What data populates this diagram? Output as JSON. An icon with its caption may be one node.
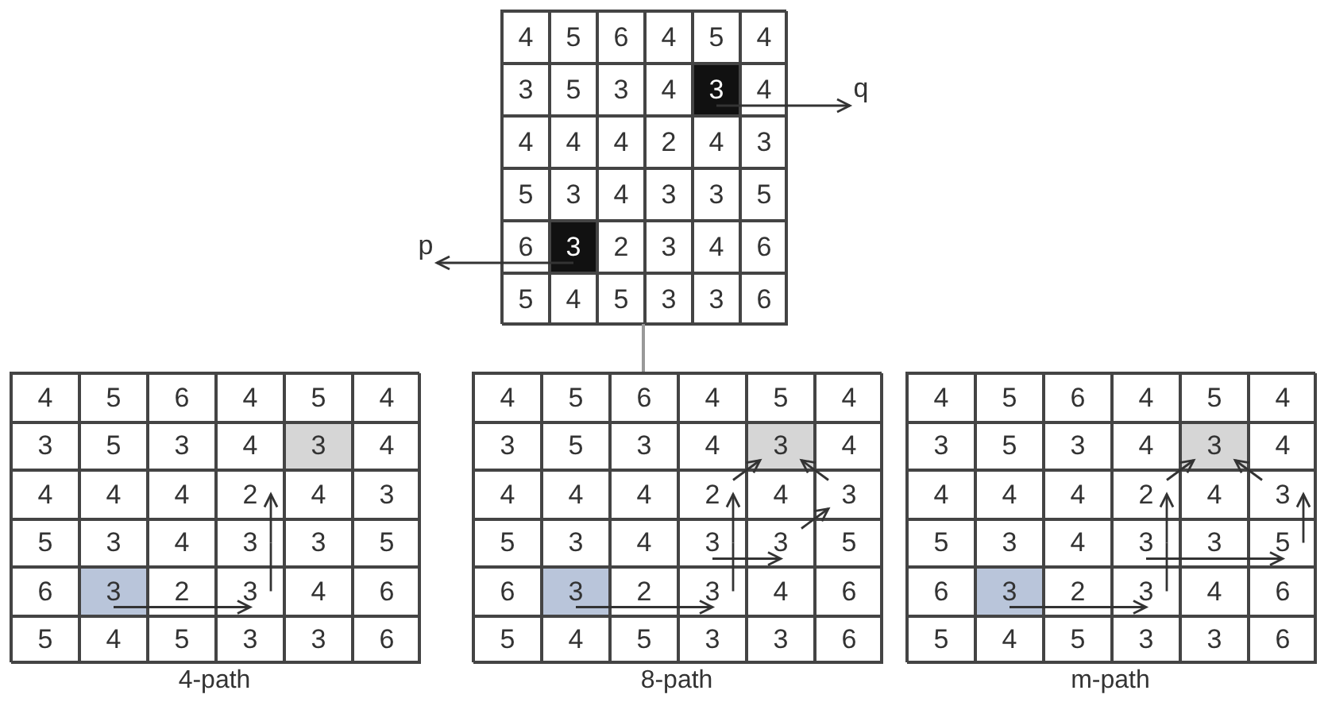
{
  "diagram": {
    "nodes": [
      {
        "text": [],
        "shape": "box"
      },
      {
        "text": [
          "4"
        ],
        "in": 0
      },
      {
        "text": [
          "5"
        ],
        "in": 0
      },
      {
        "text": [
          "6"
        ],
        "in": 0
      },
      {
        "text": [
          "4"
        ],
        "in": 0
      },
      {
        "text": [
          "5"
        ],
        "in": 0
      },
      {
        "text": [
          "4"
        ],
        "in": 0
      },
      {
        "text": [
          "3"
        ],
        "in": 0
      },
      {
        "text": [
          "5"
        ],
        "in": 0
      },
      {
        "text": [
          "3"
        ],
        "in": 0
      },
      {
        "text": [
          "4"
        ],
        "in": 0
      },
      {
        "text": [
          "3"
        ],
        "in": 0
      },
      {
        "text": [
          "4"
        ],
        "in": 0
      },
      {
        "text": [
          "4"
        ],
        "in": 0
      },
      {
        "text": [
          "4"
        ],
        "in": 0
      },
      {
        "text": [
          "4"
        ],
        "in": 0
      },
      {
        "text": [
          "2"
        ],
        "in": 0
      },
      {
        "text": [
          "4"
        ],
        "in": 0
      },
      {
        "text": [
          "3"
        ],
        "in": 0
      },
      {
        "text": [
          "5"
        ],
        "in": 0
      },
      {
        "text": [
          "3"
        ],
        "in": 0
      },
      {
        "text": [
          "4"
        ],
        "in": 0
      },
      {
        "text": [
          "3"
        ],
        "in": 0
      },
      {
        "text": [
          "3"
        ],
        "in": 0
      },
      {
        "text": [
          "5"
        ],
        "in": 0
      },
      {
        "text": [
          "6"
        ],
        "in": 0
      },
      {
        "text": [
          "3"
        ],
        "in": 0
      },
      {
        "text": [
          "2"
        ],
        "in": 0
      },
      {
        "text": [
          "3"
        ],
        "in": 0
      },
      {
        "text": [
          "4"
        ],
        "in": 0
      },
      {
        "text": [
          "6"
        ],
        "in": 0
      },
      {
        "text": [
          "5"
        ],
        "in": 0
      },
      {
        "text": [
          "4"
        ],
        "in": 0
      },
      {
        "text": [
          "5"
        ],
        "in": 0
      },
      {
        "text": [
          "3"
        ],
        "in": 0
      },
      {
        "text": [
          "3"
        ],
        "in": 0
      },
      {
        "text": [
          "6"
        ],
        "in": 0
      },
      {
        "text": [
          "q"
        ]
      },
      {
        "text": [
          "p"
        ]
      },
      {
        "text": [],
        "shape": "box",
        "beside": [
          "4-path"
        ]
      },
      {
        "text": [
          "4"
        ],
        "in": 39
      },
      {
        "text": [
          "5"
        ],
        "in": 39
      },
      {
        "text": [
          "6"
        ],
        "in": 39
      },
      {
        "text": [
          "4"
        ],
        "in": 39
      },
      {
        "text": [
          "5"
        ],
        "in": 39
      },
      {
        "text": [
          "4"
        ],
        "in": 39
      },
      {
        "text": [
          "3"
        ],
        "in": 39
      },
      {
        "text": [
          "5"
        ],
        "in": 39
      },
      {
        "text": [
          "3"
        ],
        "in": 39
      },
      {
        "text": [
          "4"
        ],
        "in": 39
      },
      {
        "text": [
          "3"
        ],
        "in": 39
      },
      {
        "text": [
          "4"
        ],
        "in": 39
      },
      {
        "text": [
          "4"
        ],
        "in": 39
      },
      {
        "text": [
          "4"
        ],
        "in": 39
      },
      {
        "text": [
          "4"
        ],
        "in": 39
      },
      {
        "text": [
          "2"
        ],
        "in": 39
      },
      {
        "text": [
          "4"
        ],
        "in": 39
      },
      {
        "text": [
          "3"
        ],
        "in": 39
      },
      {
        "text": [
          "5"
        ],
        "in": 39
      },
      {
        "text": [
          "3"
        ],
        "in": 39
      },
      {
        "text": [
          "4"
        ],
        "in": 39
      },
      {
        "text": [
          "3"
        ],
        "in": 39
      },
      {
        "text": [
          "3"
        ],
        "in": 39
      },
      {
        "text": [
          "5"
        ],
        "in": 39
      },
      {
        "text": [
          "6"
        ],
        "in": 39
      },
      {
        "text": [
          "3"
        ],
        "in": 39
      },
      {
        "text": [
          "2"
        ],
        "in": 39
      },
      {
        "text": [
          "3"
        ],
        "in": 39
      },
      {
        "text": [
          "4"
        ],
        "in": 39
      },
      {
        "text": [
          "6"
        ],
        "in": 39
      },
      {
        "text": [
          "5"
        ],
        "in": 39
      },
      {
        "text": [
          "4"
        ],
        "in": 39
      },
      {
        "text": [
          "5"
        ],
        "in": 39
      },
      {
        "text": [
          "3"
        ],
        "in": 39
      },
      {
        "text": [
          "3"
        ],
        "in": 39
      },
      {
        "text": [
          "6"
        ],
        "in": 39
      },
      {
        "text": [],
        "shape": "box",
        "beside": [
          "8-path"
        ]
      },
      {
        "text": [
          "4"
        ],
        "in": 76
      },
      {
        "text": [
          "5"
        ],
        "in": 76
      },
      {
        "text": [
          "6"
        ],
        "in": 76
      },
      {
        "text": [
          "4"
        ],
        "in": 76
      },
      {
        "text": [
          "5"
        ],
        "in": 76
      },
      {
        "text": [
          "4"
        ],
        "in": 76
      },
      {
        "text": [
          "3"
        ],
        "in": 76
      },
      {
        "text": [
          "5"
        ],
        "in": 76
      },
      {
        "text": [
          "3"
        ],
        "in": 76
      },
      {
        "text": [
          "4"
        ],
        "in": 76
      },
      {
        "text": [
          "3"
        ],
        "in": 76
      },
      {
        "text": [
          "4"
        ],
        "in": 76
      },
      {
        "text": [
          "4"
        ],
        "in": 76
      },
      {
        "text": [
          "4"
        ],
        "in": 76
      },
      {
        "text": [
          "4"
        ],
        "in": 76
      },
      {
        "text": [
          "2"
        ],
        "in": 76
      },
      {
        "text": [
          "4"
        ],
        "in": 76
      },
      {
        "text": [
          "3"
        ],
        "in": 76
      },
      {
        "text": [
          "5"
        ],
        "in": 76
      },
      {
        "text": [
          "3"
        ],
        "in": 76
      },
      {
        "text": [
          "4"
        ],
        "in": 76
      },
      {
        "text": [
          "3"
        ],
        "in": 76
      },
      {
        "text": [
          "3"
        ],
        "in": 76
      },
      {
        "text": [
          "5"
        ],
        "in": 76
      },
      {
        "text": [
          "6"
        ],
        "in": 76
      },
      {
        "text": [
          "3"
        ],
        "in": 76
      },
      {
        "text": [
          "2"
        ],
        "in": 76
      },
      {
        "text": [
          "3"
        ],
        "in": 76
      },
      {
        "text": [
          "4"
        ],
        "in": 76
      },
      {
        "text": [
          "6"
        ],
        "in": 76
      },
      {
        "text": [
          "5"
        ],
        "in": 76
      },
      {
        "text": [
          "4"
        ],
        "in": 76
      },
      {
        "text": [
          "5"
        ],
        "in": 76
      },
      {
        "text": [
          "3"
        ],
        "in": 76
      },
      {
        "text": [
          "3"
        ],
        "in": 76
      },
      {
        "text": [
          "6"
        ],
        "in": 76
      },
      {
        "text": [],
        "shape": "box",
        "beside": [
          "m-path"
        ]
      },
      {
        "text": [
          "4"
        ],
        "in": 113
      },
      {
        "text": [
          "5"
        ],
        "in": 113
      },
      {
        "text": [
          "6"
        ],
        "in": 113
      },
      {
        "text": [
          "4"
        ],
        "in": 113
      },
      {
        "text": [
          "5"
        ],
        "in": 113
      },
      {
        "text": [
          "4"
        ],
        "in": 113
      },
      {
        "text": [
          "3"
        ],
        "in": 113
      },
      {
        "text": [
          "5"
        ],
        "in": 113
      },
      {
        "text": [
          "3"
        ],
        "in": 113
      },
      {
        "text": [
          "4"
        ],
        "in": 113
      },
      {
        "text": [
          "3"
        ],
        "in": 113
      },
      {
        "text": [
          "4"
        ],
        "in": 113
      },
      {
        "text": [
          "4"
        ],
        "in": 113
      },
      {
        "text": [
          "4"
        ],
        "in": 113
      },
      {
        "text": [
          "4"
        ],
        "in": 113
      },
      {
        "text": [
          "2"
        ],
        "in": 113
      },
      {
        "text": [
          "4"
        ],
        "in": 113
      },
      {
        "text": [
          "3"
        ],
        "in": 113
      },
      {
        "text": [
          "5"
        ],
        "in": 113
      },
      {
        "text": [
          "3"
        ],
        "in": 113
      },
      {
        "text": [
          "4"
        ],
        "in": 113
      },
      {
        "text": [
          "3"
        ],
        "in": 113
      },
      {
        "text": [
          "3"
        ],
        "in": 113
      },
      {
        "text": [
          "5"
        ],
        "in": 113
      },
      {
        "text": [
          "6"
        ],
        "in": 113
      },
      {
        "text": [
          "3"
        ],
        "in": 113
      },
      {
        "text": [
          "2"
        ],
        "in": 113
      },
      {
        "text": [
          "3"
        ],
        "in": 113
      },
      {
        "text": [
          "4"
        ],
        "in": 113
      },
      {
        "text": [
          "6"
        ],
        "in": 113
      },
      {
        "text": [
          "5"
        ],
        "in": 113
      },
      {
        "text": [
          "4"
        ],
        "in": 113
      },
      {
        "text": [
          "5"
        ],
        "in": 113
      },
      {
        "text": [
          "3"
        ],
        "in": 113
      },
      {
        "text": [
          "3"
        ],
        "in": 113
      },
      {
        "text": [
          "6"
        ],
        "in": 113
      }
    ],
    "edges": [
      {
        "from": 11,
        "to": 12,
        "arrow": "none"
      },
      {
        "from": 12,
        "to": 37,
        "arrow": "to"
      },
      {
        "from": 26,
        "to": 25,
        "arrow": "none"
      },
      {
        "from": 25,
        "to": 38,
        "arrow": "to"
      },
      {
        "from": 65,
        "to": 66,
        "arrow": "none"
      },
      {
        "from": 66,
        "to": 67,
        "arrow": "to"
      },
      {
        "from": 67,
        "to": 61,
        "arrow": "none"
      },
      {
        "from": 61,
        "to": 55,
        "arrow": "to"
      },
      {
        "from": 102,
        "to": 103,
        "arrow": "none"
      },
      {
        "from": 103,
        "to": 104,
        "arrow": "to"
      },
      {
        "from": 104,
        "to": 98,
        "arrow": "none"
      },
      {
        "from": 98,
        "to": 92,
        "arrow": "to"
      },
      {
        "from": 92,
        "to": 87,
        "arrow": "to"
      },
      {
        "from": 98,
        "to": 99,
        "arrow": "to"
      },
      {
        "from": 99,
        "to": 94,
        "arrow": "to"
      },
      {
        "from": 94,
        "to": 87,
        "arrow": "to"
      },
      {
        "from": 139,
        "to": 140,
        "arrow": "none"
      },
      {
        "from": 140,
        "to": 141,
        "arrow": "to"
      },
      {
        "from": 141,
        "to": 135,
        "arrow": "none"
      },
      {
        "from": 135,
        "to": 129,
        "arrow": "to"
      },
      {
        "from": 129,
        "to": 124,
        "arrow": "to"
      },
      {
        "from": 135,
        "to": 136,
        "arrow": "none"
      },
      {
        "from": 136,
        "to": 137,
        "arrow": "to"
      },
      {
        "from": 137,
        "to": 131,
        "arrow": "to"
      },
      {
        "from": 131,
        "to": 124,
        "arrow": "to"
      },
      {
        "from": 0,
        "to": 76,
        "arrow": "none",
        "color": "#999999"
      }
    ]
  }
}
